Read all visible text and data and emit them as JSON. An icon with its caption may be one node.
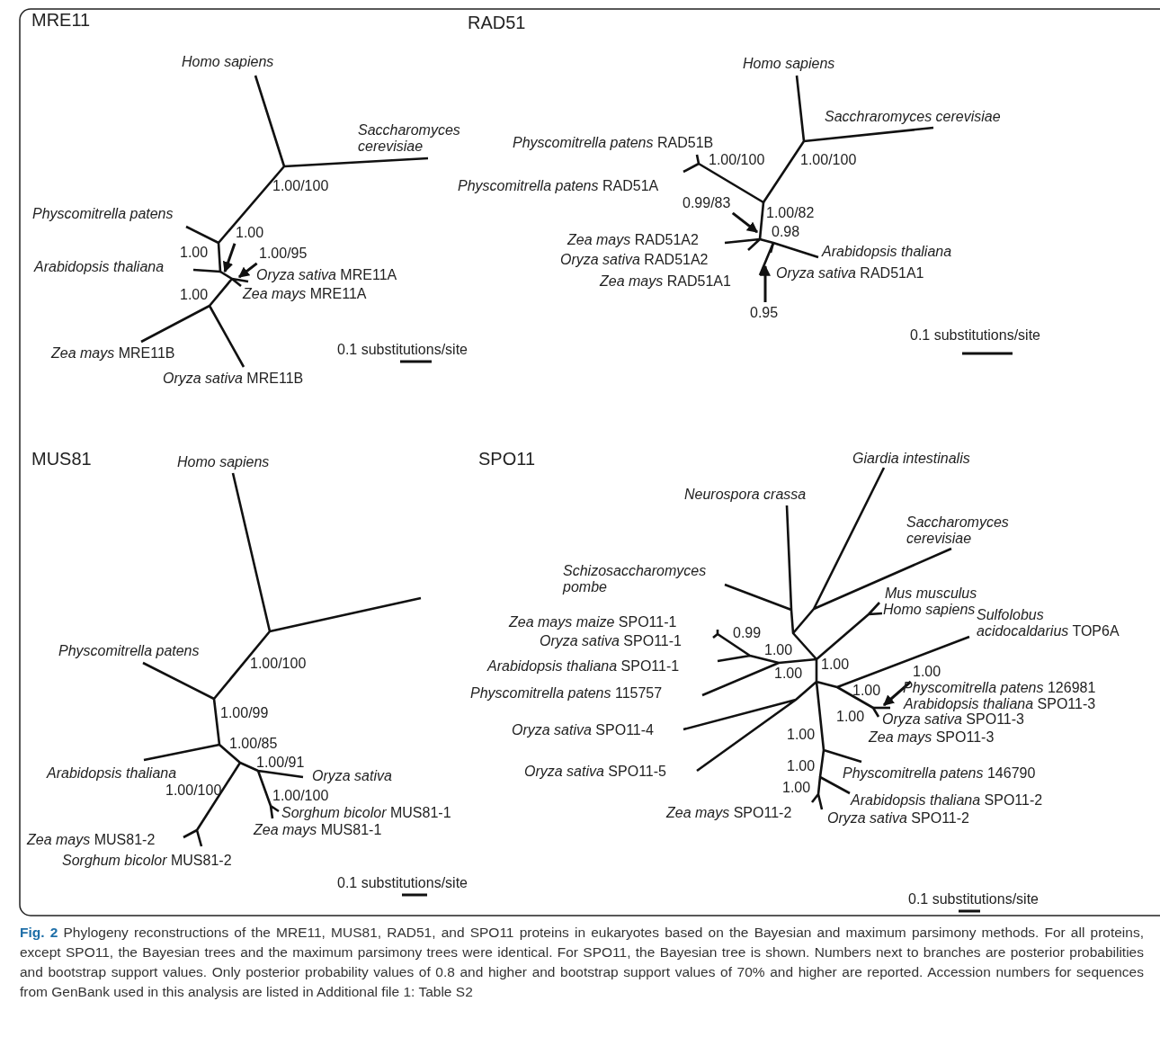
{
  "diagram": {
    "caption": "**Fig. 2** Phylogeny reconstructions of the MRE11, MUS81, RAD51, and SPO11 proteins in eukaryotes based on the Bayesian and maximum parsimony methods. For all proteins, except SPO11, the Bayesian trees and the maximum parsimony trees were identical. For SPO11, the Bayesian tree is shown. Numbers next to branches are posterior probabilities and bootstrap support values. Only posterior probability values of 0.8 and higher and bootstrap support values of 70% and higher are reported. Accession numbers for sequences from GenBank used in this analysis are listed in Additional file 1: Table S2",
    "nodes": [
      {
        "text": [
          "1.00"
        ]
      },
      {
        "text": [
          "1.00/95"
        ]
      },
      {
        "text": [
          "0.99/83"
        ]
      },
      {
        "text": [
          "0.95"
        ]
      },
      {
        "text": [
          "1.00"
        ]
      },
      {
        "text": [],
        "shape": "line"
      },
      {
        "text": [],
        "shape": "line"
      },
      {
        "text": [],
        "shape": "line"
      },
      {
        "text": [],
        "shape": "line"
      },
      {
        "text": [],
        "shape": "line"
      }
    ],
    "edges": [
      {
        "from": 0,
        "to": 5,
        "arrow": "to"
      },
      {
        "from": 1,
        "to": 6,
        "arrow": "to"
      },
      {
        "from": 2,
        "to": 7,
        "arrow": "to"
      },
      {
        "from": 3,
        "to": 8,
        "arrow": "to"
      },
      {
        "from": 4,
        "to": 9,
        "arrow": "to"
      }
    ],
    "labels": [
      "MRE11",
      "Homo sapiens",
      "Saccharomyces cerevisiae",
      "1.00/100",
      "Physcomitrella patens",
      "1.00",
      "Arabidopsis thaliana",
      "*Oryza sativa* MRE11A",
      "1.00",
      "*Zea mays* MRE11A",
      "*Zea mays* MRE11B",
      "*Oryza sativa* MRE11B",
      "0.1 substitutions/site",
      "RAD51",
      "Homo sapiens",
      "Sacchraromyces cerevisiae",
      "*Physcomitrella patens* RAD51B",
      "1.00/100",
      "1.00/100",
      "*Physcomitrella patens* RAD51A",
      "1.00/82",
      "0.98",
      "*Zea mays* RAD51A2",
      "Arabidopsis thaliana",
      "*Oryza sativa* RAD51A2",
      "*Oryza sativa* RAD51A1",
      "*Zea mays* RAD51A1",
      "0.1 substitutions/site",
      "MUS81",
      "Homo sapiens",
      "Physcomitrella patens",
      "1.00/100",
      "1.00/99",
      "1.00/85",
      "1.00/91",
      "Arabidopsis thaliana",
      "Oryza sativa",
      "1.00/100",
      "1.00/100",
      "*Sorghum bicolor* MUS81-1",
      "*Zea mays* MUS81-1",
      "*Zea mays* MUS81-2",
      "*Sorghum bicolor* MUS81-2",
      "0.1 substitutions/site",
      "SPO11",
      "Giardia intestinalis",
      "Neurospora crassa",
      "Saccharomyces cerevisiae",
      "Schizosaccharomyces pombe",
      "Mus musculus",
      "Homo sapiens",
      "*Zea mays maize* SPO11-1",
      "0.99",
      "*Oryza sativa* SPO11-1",
      "*Sulfolobus acidocaldarius* TOP6A",
      "1.00",
      "*Arabidopsis thaliana* SPO11-1",
      "1.00",
      "1.00",
      "*Physcomitrella patens* 115757",
      "1.00",
      "*Physcomitrella patens* 126981",
      "*Arabidopsis thaliana* SPO11-3",
      "1.00",
      "*Oryza sativa* SPO11-3",
      "*Oryza sativa* SPO11-4",
      "1.00",
      "*Zea mays* SPO11-3",
      "*Oryza sativa* SPO11-5",
      "1.00",
      "*Physcomitrella patens* 146790",
      "1.00",
      "*Arabidopsis thaliana* SPO11-2",
      "*Zea mays* SPO11-2",
      "*Oryza sativa* SPO11-2",
      "0.1 substitutions/site"
    ]
  }
}
